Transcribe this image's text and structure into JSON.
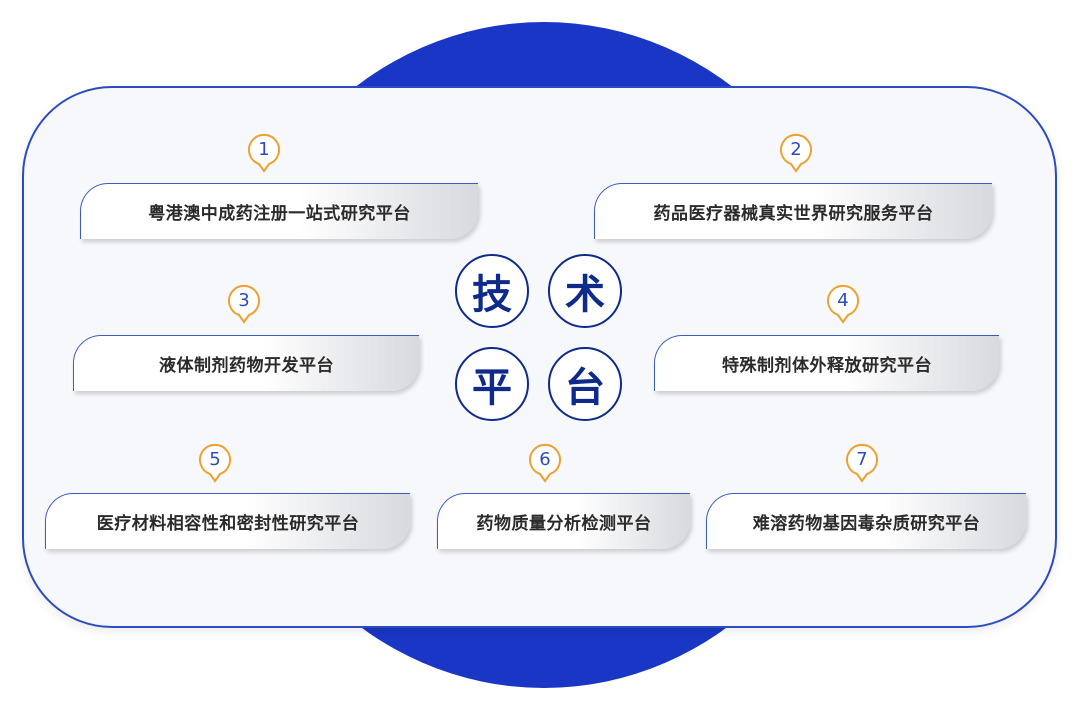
{
  "center_title": {
    "chars": [
      "技",
      "术",
      "平",
      "台"
    ]
  },
  "platforms": [
    {
      "number": "1",
      "label": "粤港澳中成药注册一站式研究平台"
    },
    {
      "number": "2",
      "label": "药品医疗器械真实世界研究服务平台"
    },
    {
      "number": "3",
      "label": "液体制剂药物开发平台"
    },
    {
      "number": "4",
      "label": "特殊制剂体外释放研究平台"
    },
    {
      "number": "5",
      "label": "医疗材料相容性和密封性研究平台"
    },
    {
      "number": "6",
      "label": "药物质量分析检测平台"
    },
    {
      "number": "7",
      "label": "难溶药物基因毒杂质研究平台"
    }
  ],
  "colors": {
    "accent_blue": "#1a36c4",
    "marker_orange": "#f0a030",
    "text_navy": "#0e2a8a"
  }
}
